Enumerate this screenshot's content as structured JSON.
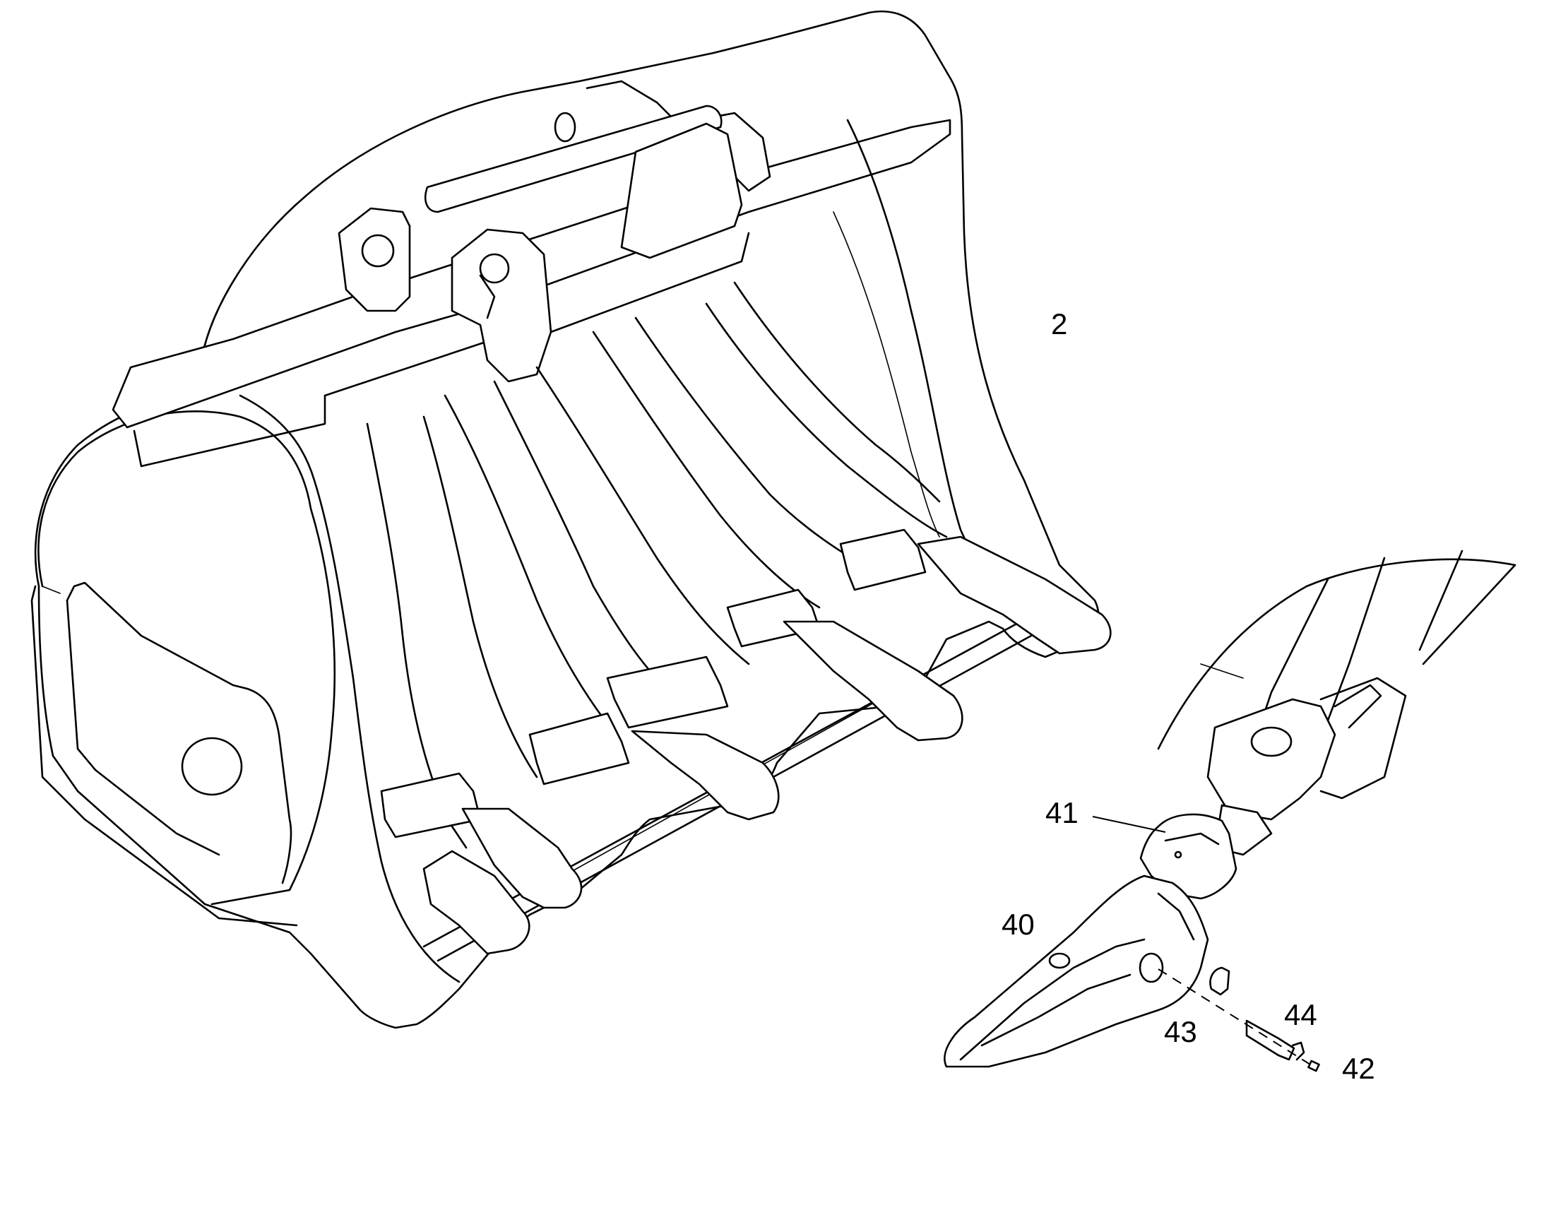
{
  "callouts": {
    "c2": "2",
    "c40": "40",
    "c41": "41",
    "c42": "42",
    "c43": "43",
    "c44": "44"
  },
  "parts": {
    "bucket": "rake-bucket-assembly",
    "tooth": "bucket-tooth",
    "adapter": "tooth-adapter",
    "wear_cap": "wear-cap",
    "retainer": "retainer-ring",
    "pin": "locking-pin",
    "plug": "plug"
  },
  "colors": {
    "line": "#000000",
    "background": "#ffffff"
  }
}
